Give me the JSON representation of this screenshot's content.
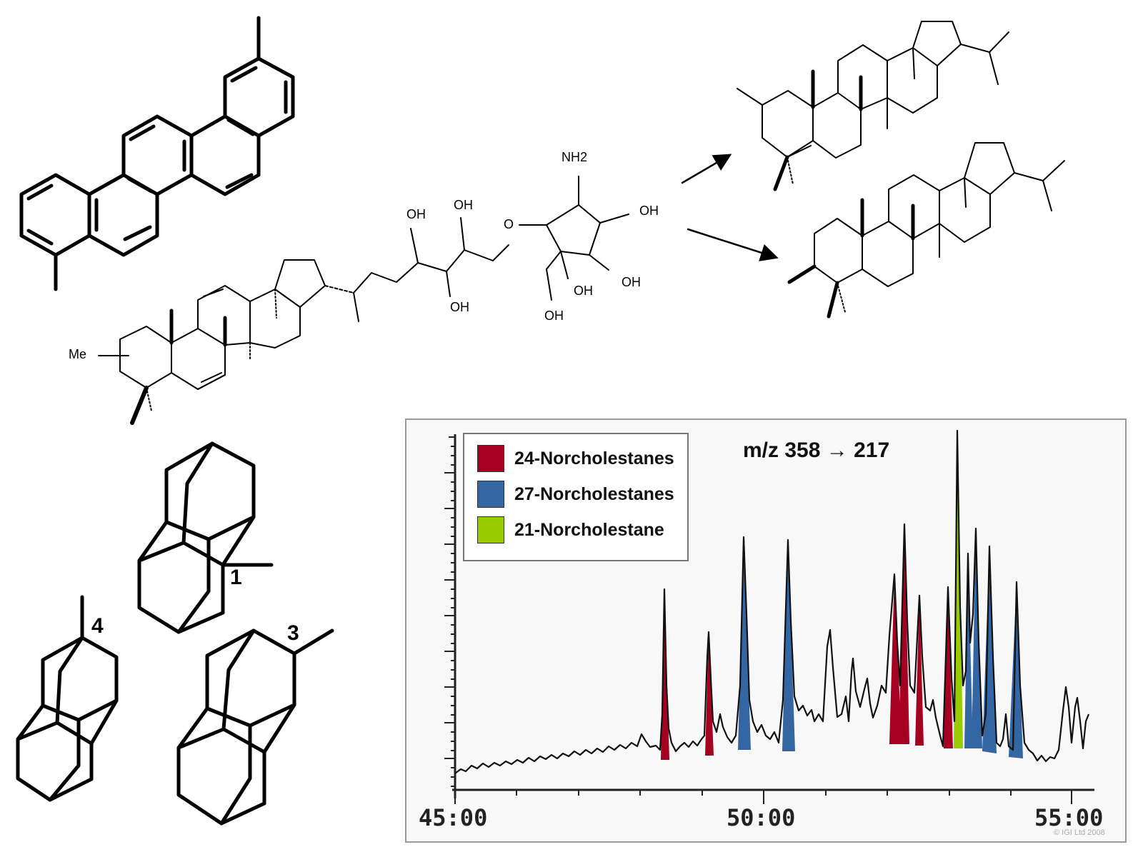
{
  "structures": {
    "pah": {
      "name": "dimethylated pentacyclic aromatic hydrocarbon"
    },
    "bacteriohopanoid": {
      "labels": {
        "me": "Me",
        "nh2": "NH2",
        "o": "O",
        "oh": [
          "OH",
          "OH",
          "OH",
          "OH",
          "OH",
          "OH",
          "OH"
        ]
      }
    },
    "hopane_products": {
      "count": 2
    },
    "diamondoids": {
      "labels": [
        "1",
        "4",
        "3"
      ]
    }
  },
  "chart_data": {
    "type": "line",
    "title": "m/z 358 → 217",
    "xlabel": "",
    "ylabel": "",
    "x_ticks": [
      "45:00",
      "50:00",
      "55:00"
    ],
    "x_range": [
      "45:00",
      "55:20"
    ],
    "grid": false,
    "legend_position": "top-left",
    "legend": [
      {
        "label": "24-Norcholestanes",
        "color": "#a50021"
      },
      {
        "label": "27-Norcholestanes",
        "color": "#3466a4"
      },
      {
        "label": "21-Norcholestane",
        "color": "#99cc00"
      }
    ],
    "peaks": [
      {
        "time": 48.4,
        "rel_height": 0.53,
        "class": "24-Norcholestanes"
      },
      {
        "time": 49.1,
        "rel_height": 0.36,
        "class": "24-Norcholestanes"
      },
      {
        "time": 49.7,
        "rel_height": 0.71,
        "class": "27-Norcholestanes"
      },
      {
        "time": 50.45,
        "rel_height": 0.7,
        "class": "27-Norcholestanes"
      },
      {
        "time": 51.1,
        "rel_height": 0.4,
        "class": null
      },
      {
        "time": 52.05,
        "rel_height": 0.6,
        "class": "24-Norcholestanes"
      },
      {
        "time": 52.2,
        "rel_height": 0.69,
        "class": "24-Norcholestanes"
      },
      {
        "time": 52.45,
        "rel_height": 0.57,
        "class": "24-Norcholestanes"
      },
      {
        "time": 52.95,
        "rel_height": 0.55,
        "class": "24-Norcholestanes"
      },
      {
        "time": 53.1,
        "rel_height": 1.0,
        "class": "21-Norcholestane"
      },
      {
        "time": 53.3,
        "rel_height": 0.63,
        "class": "27-Norcholestanes"
      },
      {
        "time": 53.45,
        "rel_height": 0.68,
        "class": "27-Norcholestanes"
      },
      {
        "time": 53.7,
        "rel_height": 0.63,
        "class": "27-Norcholestanes"
      },
      {
        "time": 54.1,
        "rel_height": 0.58,
        "class": "27-Norcholestanes"
      }
    ],
    "annotations": [
      "© IGI Ltd 2008"
    ]
  },
  "chart": {
    "title": "m/z 358 → 217",
    "legend": [
      {
        "label": "24-Norcholestanes",
        "color": "#a50021"
      },
      {
        "label": "27-Norcholestanes",
        "color": "#3466a4"
      },
      {
        "label": "21-Norcholestane",
        "color": "#99cc00"
      }
    ],
    "x_ticks": [
      "45:00",
      "50:00",
      "55:00"
    ],
    "copyright": "© IGI Ltd 2008"
  }
}
